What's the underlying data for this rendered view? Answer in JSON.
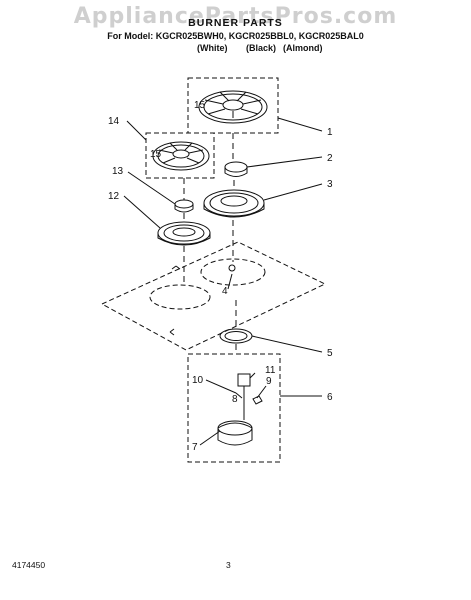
{
  "watermark": "AppliancePartsPros.com",
  "title": "BURNER PARTS",
  "model_line": "For Model: KGCR025BWH0, KGCR025BBL0, KGCR025BAL0",
  "colors": [
    "(White)",
    "(Black)",
    "(Almond)"
  ],
  "callouts": [
    "1",
    "2",
    "3",
    "4",
    "5",
    "6",
    "7",
    "8",
    "9",
    "10",
    "11",
    "12",
    "13",
    "14",
    "15",
    "15"
  ],
  "footer": {
    "doc_number": "4174450",
    "page": "3"
  }
}
